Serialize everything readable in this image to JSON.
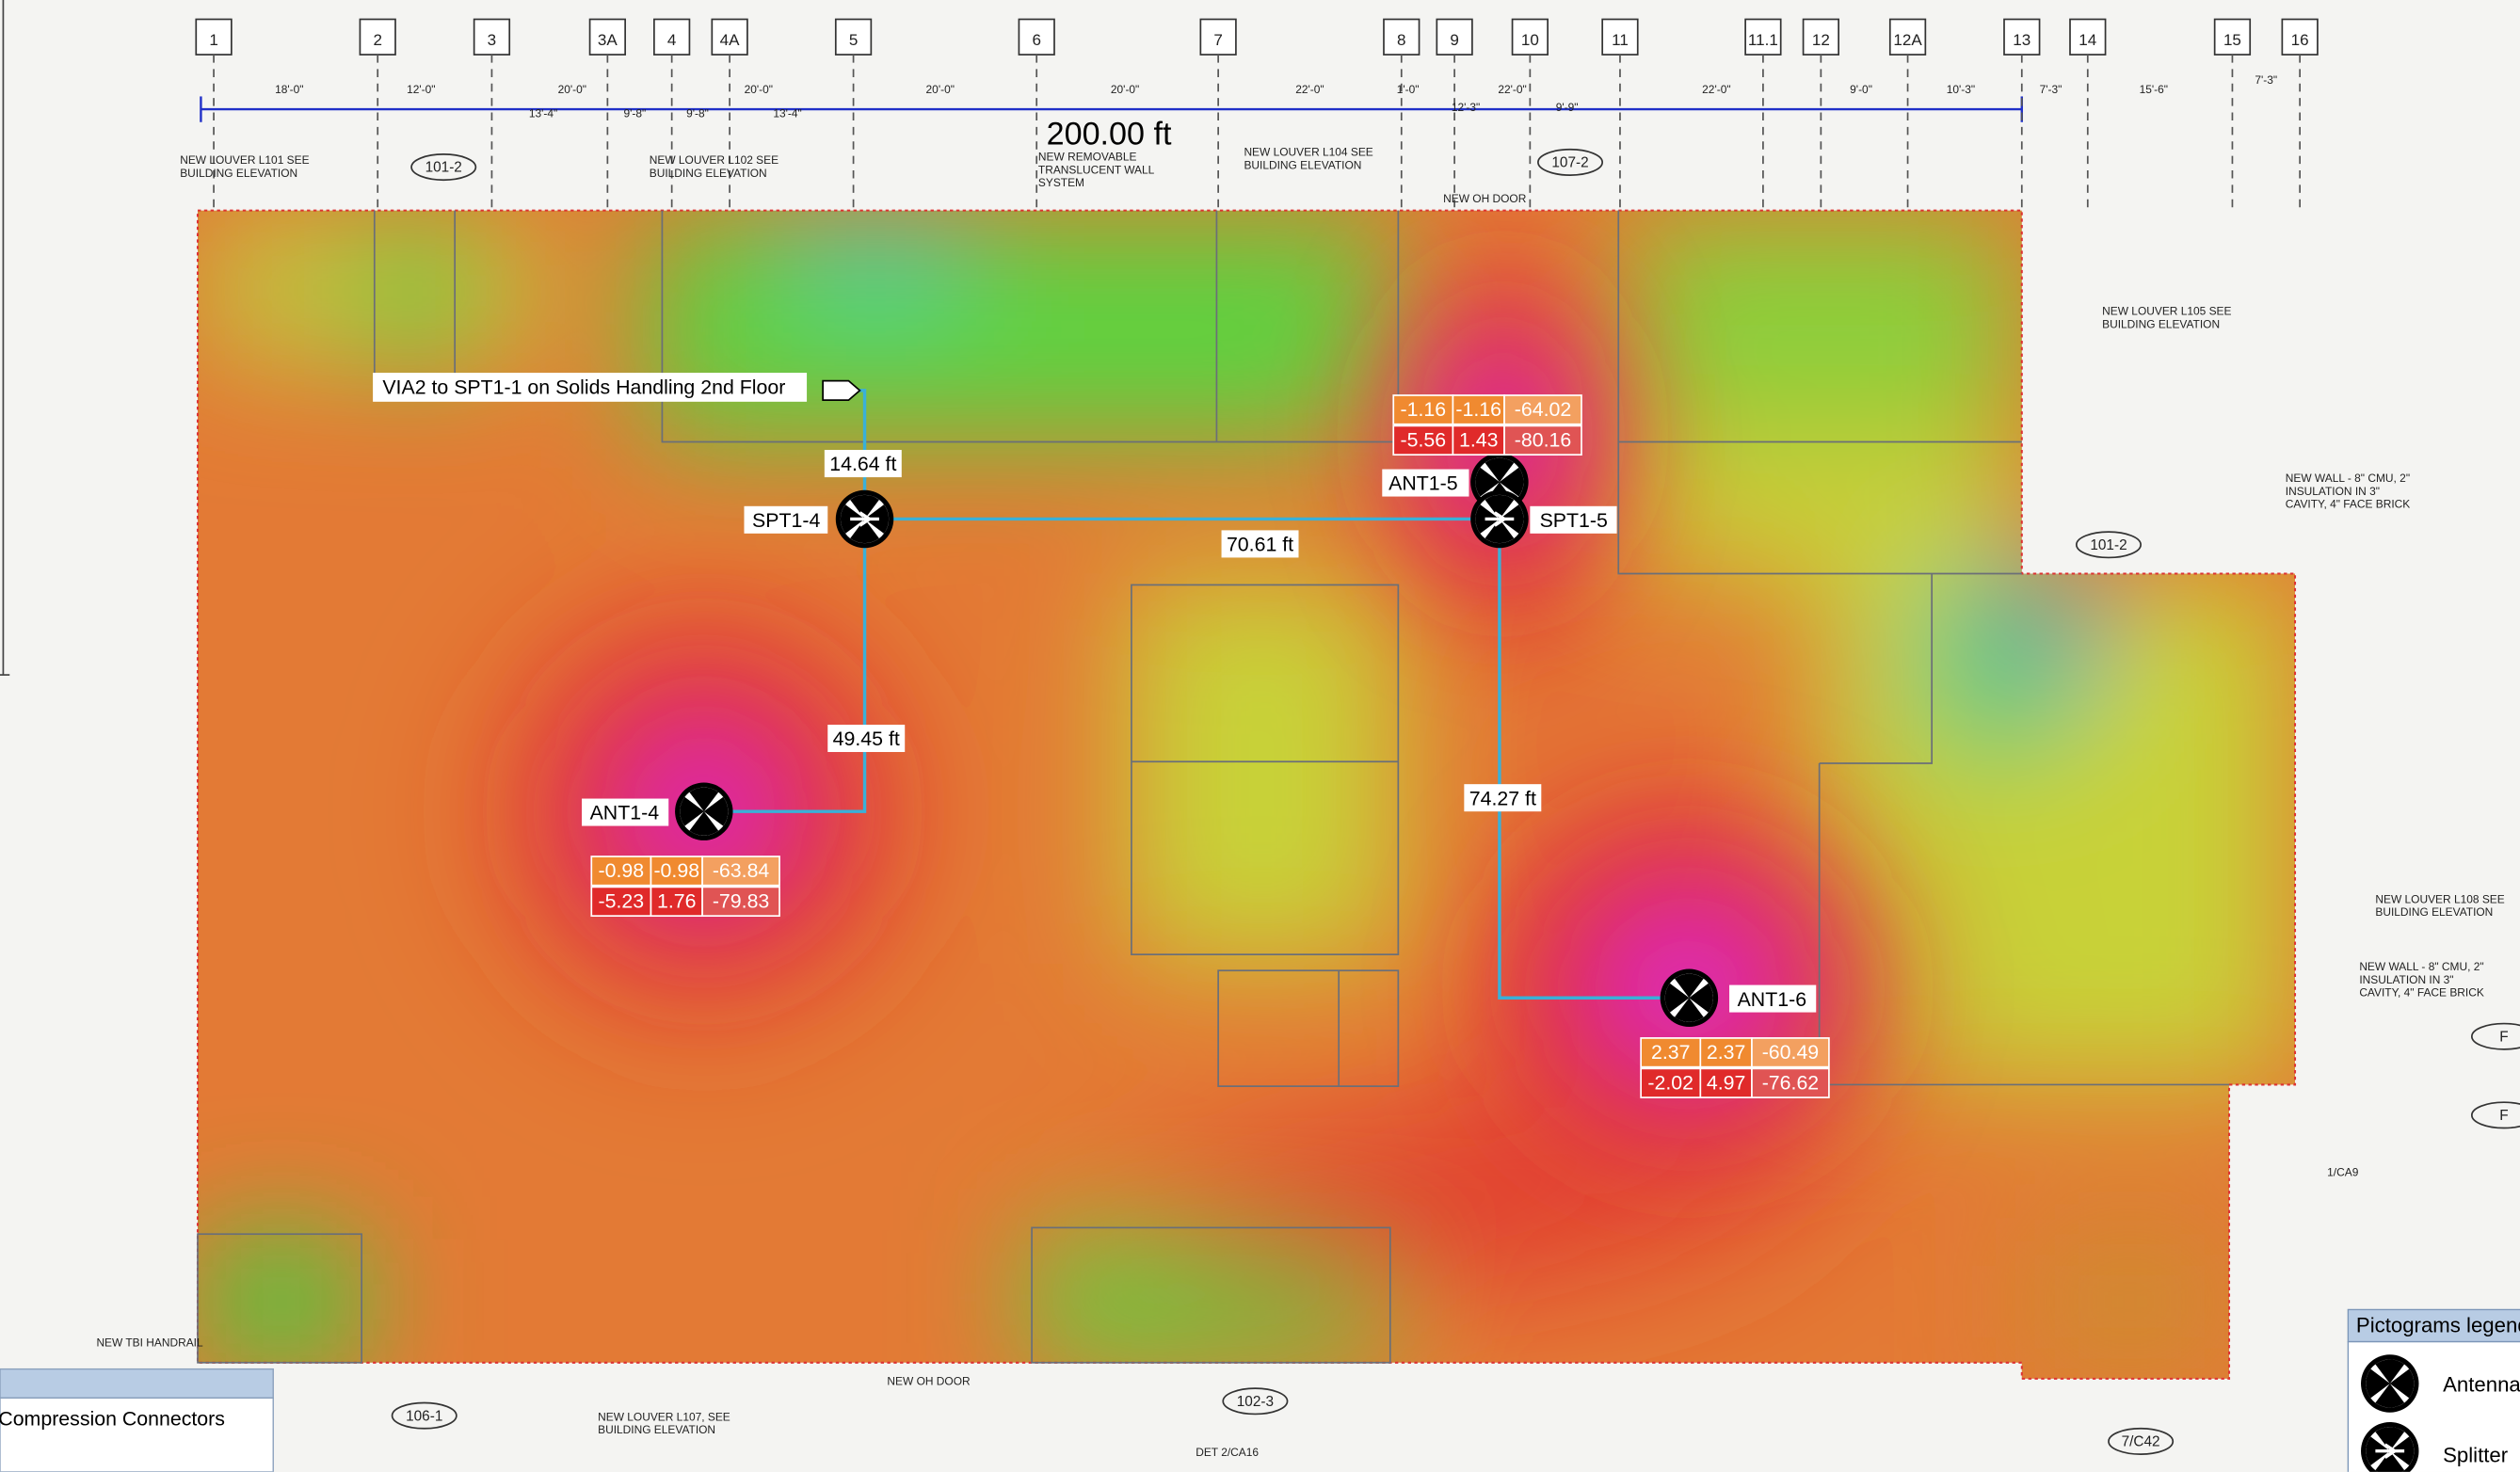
{
  "scale_label": "200.00 ft",
  "grid_columns": [
    "1",
    "2",
    "3",
    "3A",
    "4",
    "4A",
    "5",
    "6",
    "7",
    "8",
    "9",
    "10",
    "11",
    "11.1",
    "12",
    "12A",
    "13",
    "14",
    "15",
    "16"
  ],
  "dimension_strings": [
    "18'-0\"",
    "12'-0\"",
    "20'-0\"",
    "20'-0\"",
    "20'-0\"",
    "20'-0\"",
    "22'-0\"",
    "1'-0\"",
    "22'-0\"",
    "22'-0\"",
    "9'-0\"",
    "10'-3\"",
    "7'-3\"",
    "15'-6\"",
    "7'-3\"",
    "13'-4\"",
    "9'-8\"",
    "9'-8\"",
    "13'-4\"",
    "12'-3\"",
    "9'-9\""
  ],
  "drawing_notes": [
    "NEW LOUVER L101 SEE BUILDING ELEVATION",
    "NEW LOUVER L102 SEE BUILDING ELEVATION",
    "NEW REMOVABLE TRANSLUCENT WALL SYSTEM",
    "NEW LOUVER L104 SEE BUILDING ELEVATION",
    "NEW OH DOOR",
    "NEW LOUVER L105 SEE BUILDING ELEVATION",
    "NEW LOUVER L108 SEE BUILDING ELEVATION",
    "NEW WALL - 8\" CMU, 2\" INSULATION IN 3\" CAVITY, 4\" FACE BRICK",
    "NEW WALL - 8\" CMU, 2\" INSULATION IN 3\" CAVITY, 4\" FACE BRICK",
    "NEW LOUVER L107, SEE BUILDING ELEVATION",
    "NEW OH DOOR",
    "NEW TBI HANDRAIL",
    "DET 2/CA16",
    "1/CA9"
  ],
  "tags": [
    "101-2",
    "107-2",
    "101-2",
    "106-1",
    "102-3",
    "7/C42",
    "F",
    "F"
  ],
  "feed_label": "VIA2 to SPT1-1 on Solids Handling 2nd Floor",
  "cable_lengths": [
    "14.64 ft",
    "70.61 ft",
    "49.45 ft",
    "74.27 ft"
  ],
  "devices": {
    "spt1_4": "SPT1-4",
    "spt1_5": "SPT1-5",
    "ant1_4": "ANT1-4",
    "ant1_5": "ANT1-5",
    "ant1_6": "ANT1-6"
  },
  "readings": {
    "ant1_4": {
      "row1": [
        "-0.98",
        "-0.98",
        "-63.84"
      ],
      "row2": [
        "-5.23",
        "1.76",
        "-79.83"
      ]
    },
    "ant1_5": {
      "row1": [
        "-1.16",
        "-1.16",
        "-64.02"
      ],
      "row2": [
        "-5.56",
        "1.43",
        "-80.16"
      ]
    },
    "ant1_6": {
      "row1": [
        "2.37",
        "2.37",
        "-60.49"
      ],
      "row2": [
        "-2.02",
        "4.97",
        "-76.62"
      ]
    }
  },
  "side_panel": {
    "item": "Compression Connectors"
  },
  "legend": {
    "title": "Pictograms legend",
    "antenna": "Antenna",
    "splitter": "Splitter"
  },
  "colors": {
    "cable": "#3ab0d8",
    "row1_text": "#e87a1a",
    "row2_text": "#d81818",
    "legend_header": "#b8cce4"
  }
}
